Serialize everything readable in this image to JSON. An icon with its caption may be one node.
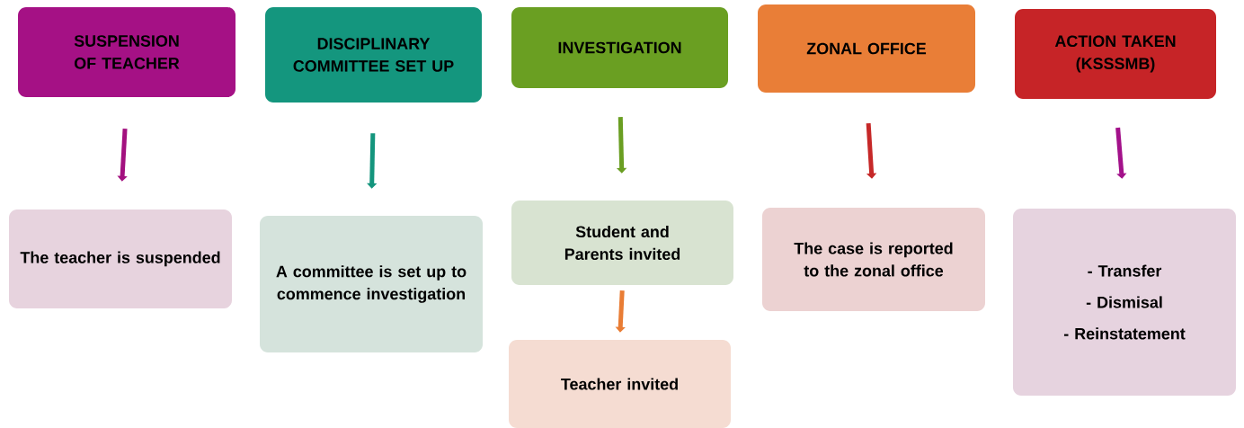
{
  "diagram": {
    "nodes": [
      {
        "text": [
          "SUSPENSION OF TEACHER"
        ]
      },
      {
        "text": [
          "DISCIPLINARY COMMITTEE SET UP"
        ]
      },
      {
        "text": [
          "INVESTIGATION"
        ]
      },
      {
        "text": [
          "ZONAL OFFICE"
        ]
      },
      {
        "text": [
          "ACTION TAKEN (KSSSMB)"
        ]
      },
      {
        "text": [
          "The teacher is suspended"
        ]
      },
      {
        "text": [
          "A committee is set up to commence investigation"
        ]
      },
      {
        "text": [
          "Student and Parents invited"
        ]
      },
      {
        "text": [
          "Teacher invited"
        ]
      },
      {
        "text": [
          "The case is reported to the zonal office"
        ]
      },
      {
        "text": [
          "- Transfer",
          "- Dismisal",
          "- Reinstatement"
        ]
      }
    ],
    "edges": [
      {
        "from": 0,
        "to": 5,
        "arrow": "to",
        "color": "#a3117f"
      },
      {
        "from": 1,
        "to": 6,
        "arrow": "to",
        "color": "#14957d"
      },
      {
        "from": 2,
        "to": 7,
        "arrow": "to",
        "color": "#6a9e22"
      },
      {
        "from": 7,
        "to": 8,
        "arrow": "to",
        "color": "#e97d35"
      },
      {
        "from": 3,
        "to": 9,
        "arrow": "to",
        "color": "#c62828"
      },
      {
        "from": 4,
        "to": 10,
        "arrow": "to",
        "color": "#a3118a"
      }
    ]
  }
}
